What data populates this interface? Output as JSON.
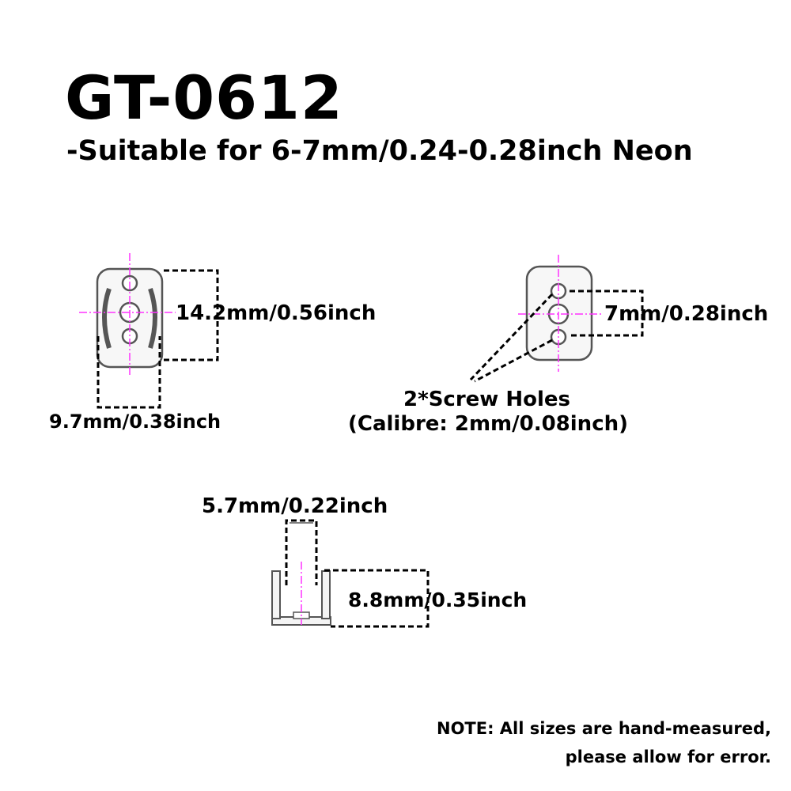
{
  "header": {
    "model": "GT-0612",
    "subtitle": "-Suitable for 6-7mm/0.24-0.28inch Neon"
  },
  "front_view": {
    "height_label": "14.2mm/0.56inch",
    "width_label": "9.7mm/0.38inch"
  },
  "back_view": {
    "hole_spacing_label": "7mm/0.28inch",
    "holes_label": "2*Screw Holes",
    "calibre_label": "(Calibre: 2mm/0.08inch)"
  },
  "side_view": {
    "inner_width_label": "5.7mm/0.22inch",
    "depth_label": "8.8mm/0.35inch"
  },
  "note": {
    "line1": "NOTE: All sizes are hand-measured,",
    "line2": "please allow for error."
  },
  "colors": {
    "outline": "#555555",
    "centerline": "#ff33ff",
    "dimension": "#000000"
  }
}
